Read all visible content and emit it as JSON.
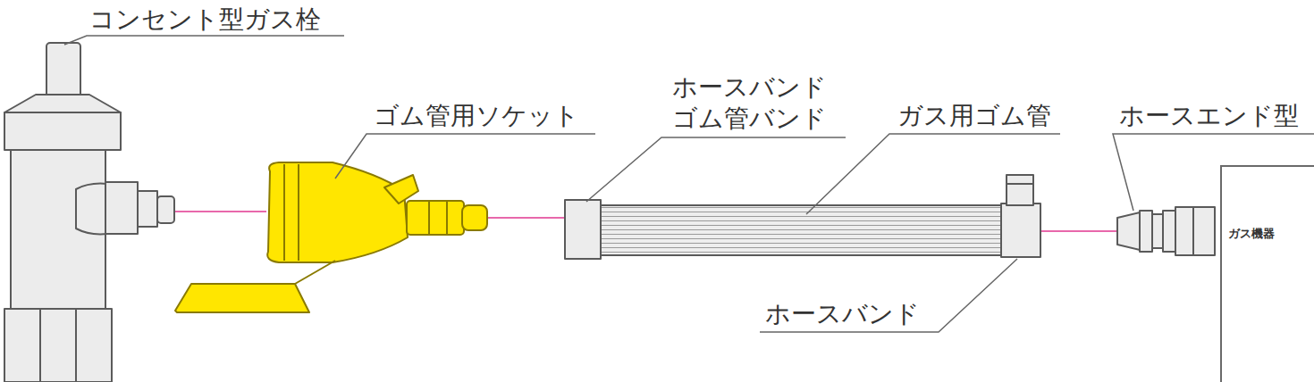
{
  "diagram": {
    "nodes": [
      {
        "text": [
          "ガス機器"
        ]
      }
    ],
    "labels": [
      "コンセント型ガス栓",
      "ゴム管用ソケット",
      "ホースバンド ゴム管バンド",
      "ガス用ゴム管",
      "ホースエンド型",
      "ホースバンド"
    ]
  }
}
